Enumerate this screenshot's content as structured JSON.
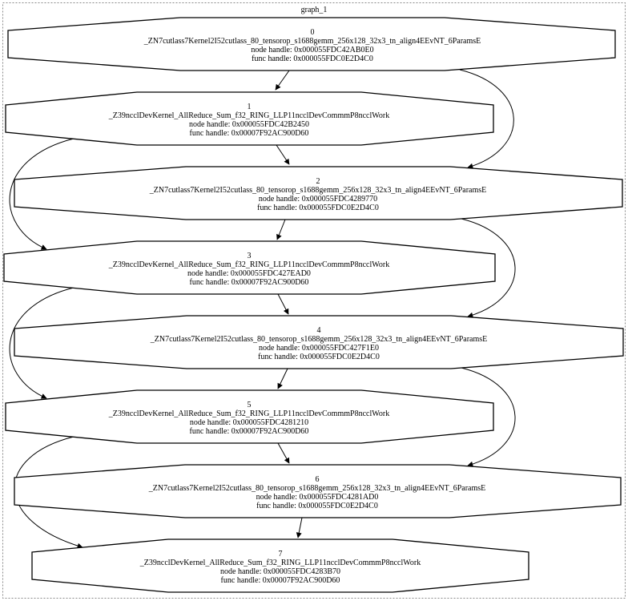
{
  "diagram": {
    "title": "graph_1",
    "labels": {
      "node_handle": "node handle: ",
      "func_handle": "func handle: "
    },
    "colors": {
      "node_fill": "#ffffff",
      "node_stroke": "#000000",
      "edge_stroke": "#000000",
      "cluster_border": "#888888"
    },
    "nodes": [
      {
        "id": "0",
        "kernel": "_ZN7cutlass7Kernel2I52cutlass_80_tensorop_s1688gemm_256x128_32x3_tn_align4EEvNT_6ParamsE",
        "node_handle": "0x000055FDC42AB0E0",
        "func_handle": "0x000055FDC0E2D4C0"
      },
      {
        "id": "1",
        "kernel": "_Z39ncclDevKernel_AllReduce_Sum_f32_RING_LLP11ncclDevCommmP8ncclWork",
        "node_handle": "0x000055FDC42B2450",
        "func_handle": "0x00007F92AC900D60"
      },
      {
        "id": "2",
        "kernel": "_ZN7cutlass7Kernel2I52cutlass_80_tensorop_s1688gemm_256x128_32x3_tn_align4EEvNT_6ParamsE",
        "node_handle": "0x000055FDC4289770",
        "func_handle": "0x000055FDC0E2D4C0"
      },
      {
        "id": "3",
        "kernel": "_Z39ncclDevKernel_AllReduce_Sum_f32_RING_LLP11ncclDevCommmP8ncclWork",
        "node_handle": "0x000055FDC427EAD0",
        "func_handle": "0x00007F92AC900D60"
      },
      {
        "id": "4",
        "kernel": "_ZN7cutlass7Kernel2I52cutlass_80_tensorop_s1688gemm_256x128_32x3_tn_align4EEvNT_6ParamsE",
        "node_handle": "0x000055FDC427F1E0",
        "func_handle": "0x000055FDC0E2D4C0"
      },
      {
        "id": "5",
        "kernel": "_Z39ncclDevKernel_AllReduce_Sum_f32_RING_LLP11ncclDevCommmP8ncclWork",
        "node_handle": "0x000055FDC4281210",
        "func_handle": "0x00007F92AC900D60"
      },
      {
        "id": "6",
        "kernel": "_ZN7cutlass7Kernel2I52cutlass_80_tensorop_s1688gemm_256x128_32x3_tn_align4EEvNT_6ParamsE",
        "node_handle": "0x000055FDC4281AD0",
        "func_handle": "0x000055FDC0E2D4C0"
      },
      {
        "id": "7",
        "kernel": "_Z39ncclDevKernel_AllReduce_Sum_f32_RING_LLP11ncclDevCommmP8ncclWork",
        "node_handle": "0x000055FDC4283B70",
        "func_handle": "0x00007F92AC900D60"
      }
    ],
    "edges": [
      {
        "from": "0",
        "to": "1"
      },
      {
        "from": "0",
        "to": "2"
      },
      {
        "from": "1",
        "to": "2"
      },
      {
        "from": "1",
        "to": "3"
      },
      {
        "from": "2",
        "to": "3"
      },
      {
        "from": "2",
        "to": "4"
      },
      {
        "from": "3",
        "to": "4"
      },
      {
        "from": "3",
        "to": "5"
      },
      {
        "from": "4",
        "to": "5"
      },
      {
        "from": "4",
        "to": "6"
      },
      {
        "from": "5",
        "to": "6"
      },
      {
        "from": "5",
        "to": "7"
      },
      {
        "from": "6",
        "to": "7"
      }
    ]
  }
}
